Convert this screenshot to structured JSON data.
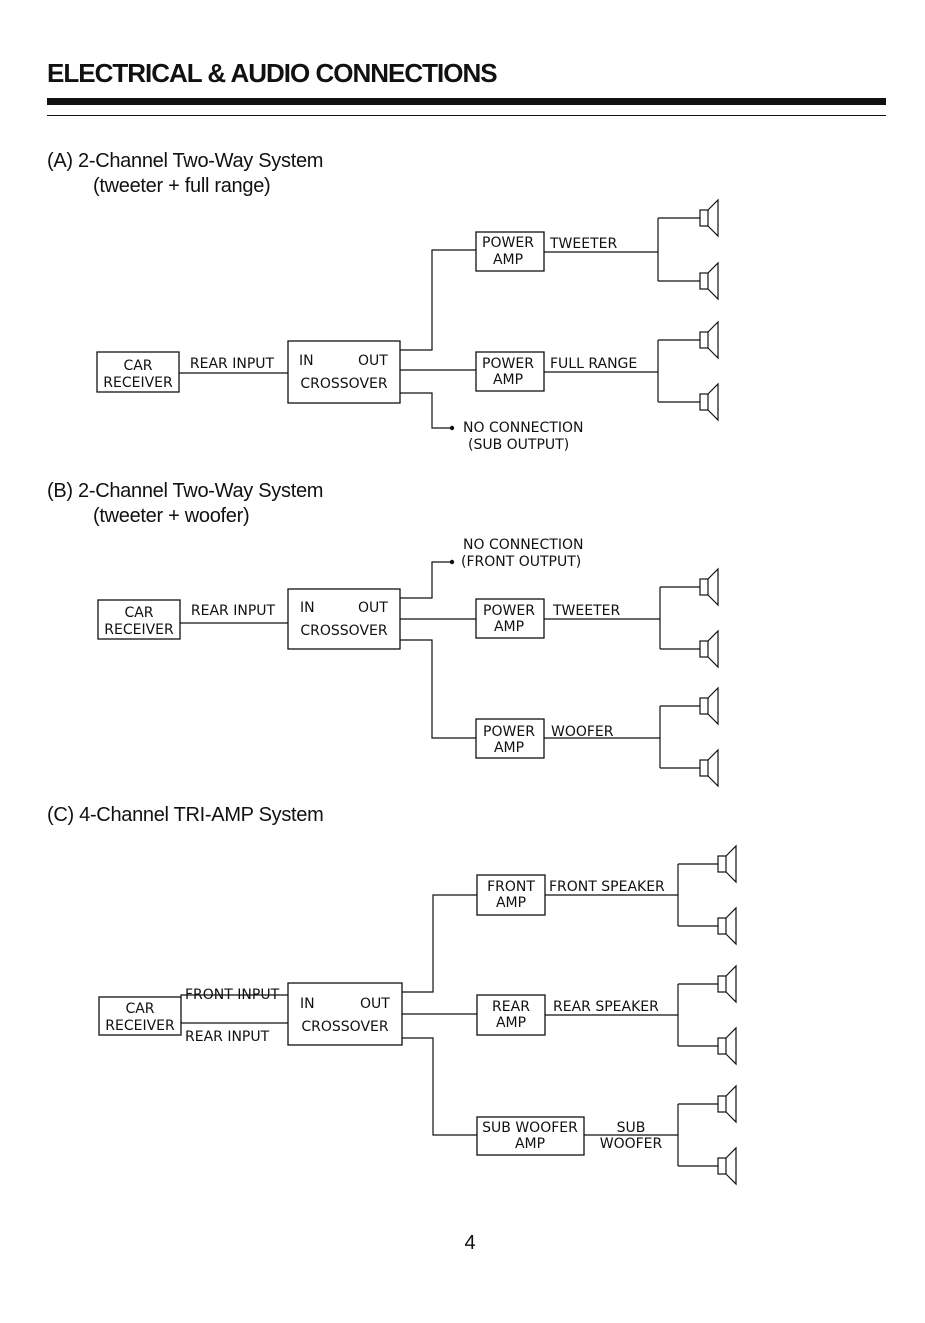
{
  "page": {
    "title": "ELECTRICAL & AUDIO CONNECTIONS",
    "page_number": "4"
  },
  "sections": [
    {
      "heading": "(A) 2-Channel Two-Way System",
      "subheading": "(tweeter + full range)",
      "car_receiver": [
        "CAR",
        "RECEIVER"
      ],
      "receiver_link": "REAR INPUT",
      "crossover": {
        "in": "IN",
        "out": "OUT",
        "name": "CROSSOVER"
      },
      "channels": [
        {
          "amp": [
            "POWER",
            "AMP"
          ],
          "output": "TWEETER"
        },
        {
          "amp": [
            "POWER",
            "AMP"
          ],
          "output": "FULL RANGE"
        }
      ],
      "note": [
        "NO CONNECTION",
        "(SUB OUTPUT)"
      ]
    },
    {
      "heading": "(B) 2-Channel Two-Way System",
      "subheading": "(tweeter + woofer)",
      "note": [
        "NO CONNECTION",
        "(FRONT OUTPUT)"
      ],
      "car_receiver": [
        "CAR",
        "RECEIVER"
      ],
      "receiver_link": "REAR INPUT",
      "crossover": {
        "in": "IN",
        "out": "OUT",
        "name": "CROSSOVER"
      },
      "channels": [
        {
          "amp": [
            "POWER",
            "AMP"
          ],
          "output": "TWEETER"
        },
        {
          "amp": [
            "POWER",
            "AMP"
          ],
          "output": "WOOFER"
        }
      ]
    },
    {
      "heading": "(C) 4-Channel TRI-AMP System",
      "car_receiver": [
        "CAR",
        "RECEIVER"
      ],
      "front_input": "FRONT INPUT",
      "rear_input": "REAR INPUT",
      "crossover": {
        "in": "IN",
        "out": "OUT",
        "name": "CROSSOVER"
      },
      "channels": [
        {
          "amp": [
            "FRONT",
            "AMP"
          ],
          "output": "FRONT SPEAKER"
        },
        {
          "amp": [
            "REAR",
            "AMP"
          ],
          "output": "REAR SPEAKER"
        },
        {
          "amp": [
            "SUB WOOFER",
            "AMP"
          ],
          "output": [
            "SUB",
            "WOOFER"
          ]
        }
      ]
    }
  ]
}
